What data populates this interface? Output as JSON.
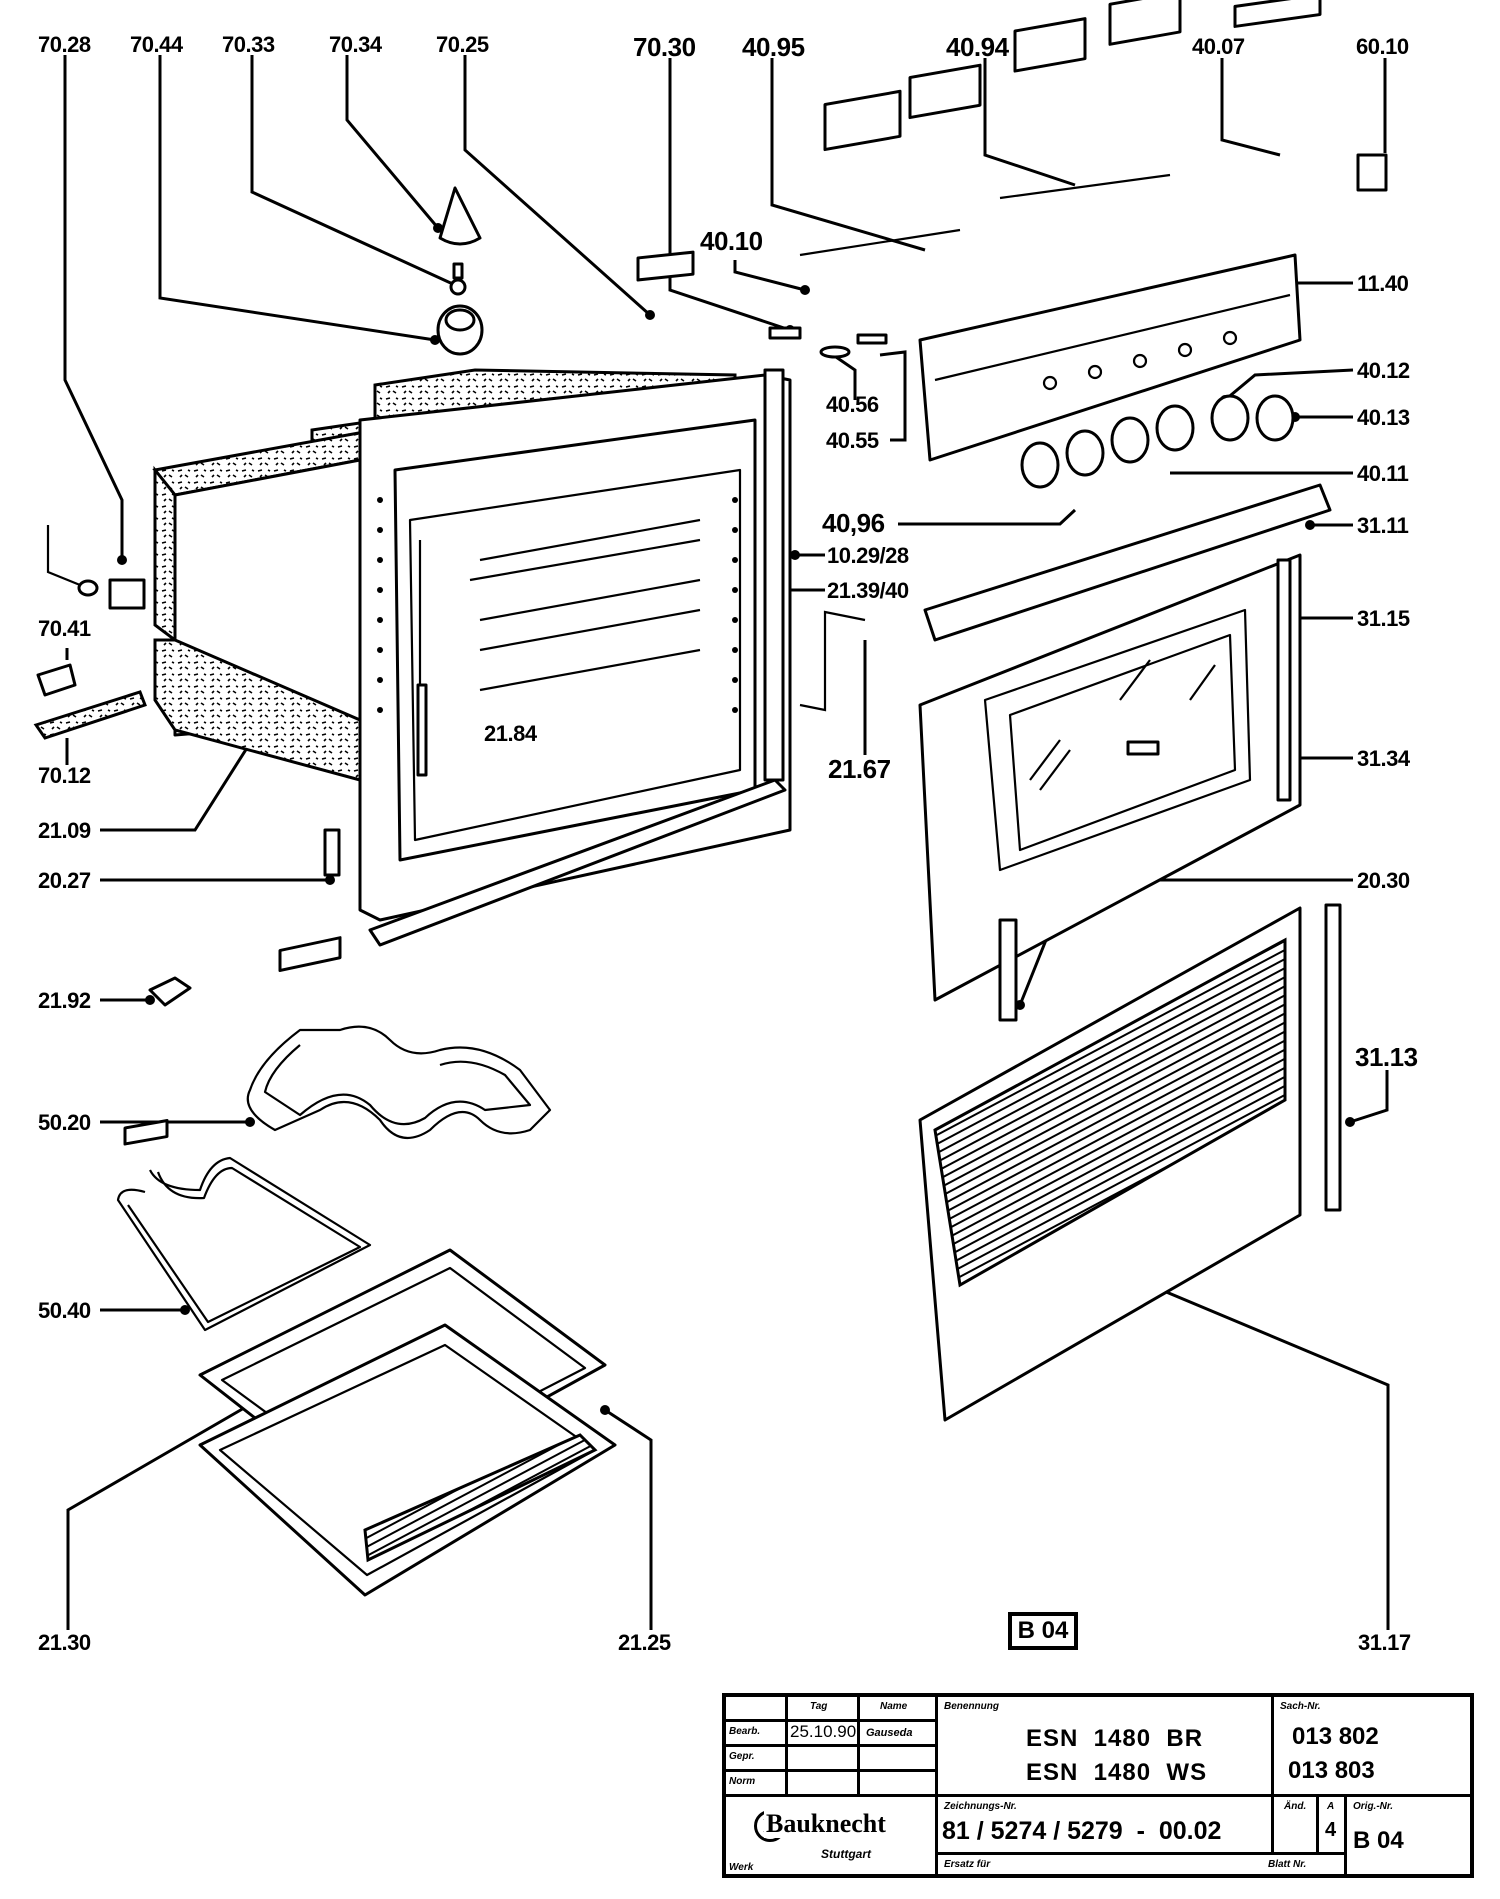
{
  "diagram": {
    "title": "Oven exploded parts diagram",
    "sheet_badge": "B 04",
    "part_labels": [
      {
        "id": "70.28",
        "text": "70.28"
      },
      {
        "id": "70.44",
        "text": "70.44"
      },
      {
        "id": "70.33",
        "text": "70.33"
      },
      {
        "id": "70.34",
        "text": "70.34"
      },
      {
        "id": "70.25",
        "text": "70.25"
      },
      {
        "id": "70.30",
        "text": "70.30"
      },
      {
        "id": "40.95",
        "text": "40.95"
      },
      {
        "id": "40.94",
        "text": "40.94"
      },
      {
        "id": "40.07",
        "text": "40.07"
      },
      {
        "id": "60.10",
        "text": "60.10"
      },
      {
        "id": "40.10",
        "text": "40.10"
      },
      {
        "id": "11.40",
        "text": "11.40"
      },
      {
        "id": "40.56",
        "text": "40.56"
      },
      {
        "id": "40.55",
        "text": "40.55"
      },
      {
        "id": "40.12",
        "text": "40.12"
      },
      {
        "id": "40.13",
        "text": "40.13"
      },
      {
        "id": "40.11",
        "text": "40.11"
      },
      {
        "id": "40.96",
        "text": "40,96"
      },
      {
        "id": "31.11",
        "text": "31.11"
      },
      {
        "id": "10.29/28",
        "text": "10.29/28"
      },
      {
        "id": "21.39/40",
        "text": "21.39/40"
      },
      {
        "id": "31.15",
        "text": "31.15"
      },
      {
        "id": "70.41",
        "text": "70.41"
      },
      {
        "id": "70.12",
        "text": "70.12"
      },
      {
        "id": "21.84",
        "text": "21.84"
      },
      {
        "id": "21.67",
        "text": "21.67"
      },
      {
        "id": "31.34",
        "text": "31.34"
      },
      {
        "id": "21.09",
        "text": "21.09"
      },
      {
        "id": "20.27",
        "text": "20.27"
      },
      {
        "id": "20.30",
        "text": "20.30"
      },
      {
        "id": "21.92",
        "text": "21.92"
      },
      {
        "id": "31.13",
        "text": "31.13"
      },
      {
        "id": "50.20",
        "text": "50.20"
      },
      {
        "id": "50.40",
        "text": "50.40"
      },
      {
        "id": "21.30",
        "text": "21.30"
      },
      {
        "id": "21.25",
        "text": "21.25"
      },
      {
        "id": "31.17",
        "text": "31.17"
      }
    ]
  },
  "title_block": {
    "col_day": "Tag",
    "col_name": "Name",
    "row_drawn": "Bearb.",
    "row_checked": "Gepr.",
    "row_norm": "Norm",
    "drawn_date": "25.10.90",
    "drawn_name": "Gauseda",
    "designation_label": "Benennung",
    "model_1": "ESN  1480  BR",
    "model_2": "ESN  1480  WS",
    "sach_label": "Sach-Nr.",
    "sach_1": "013 802",
    "sach_2": "013 803",
    "brand": "Bauknecht",
    "brand_city": "Stuttgart",
    "werk_label": "Werk",
    "drawing_no_label": "Zeichnungs-Nr.",
    "drawing_no": "81 / 5274 / 5279  -  00.02",
    "replace_label": "Ersatz für",
    "sheet_label": "Blatt Nr.",
    "aend_label": "Änd.",
    "a_label": "A",
    "a_value": "4",
    "orig_label": "Orig.-Nr.",
    "orig_value": "B 04"
  }
}
